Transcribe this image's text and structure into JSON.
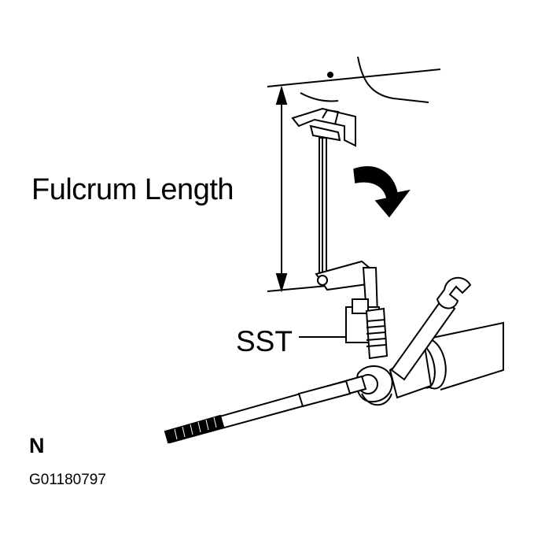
{
  "labels": {
    "fulcrum_length": "Fulcrum Length",
    "sst": "SST",
    "view_letter": "N",
    "figure_code": "G01180797"
  },
  "colors": {
    "line": "#000000",
    "background": "#ffffff",
    "shade": "#d8d8d8"
  },
  "icons": {
    "rotation_arrow": "curved-arrow-icon",
    "wrench": "open-end-wrench-icon"
  }
}
